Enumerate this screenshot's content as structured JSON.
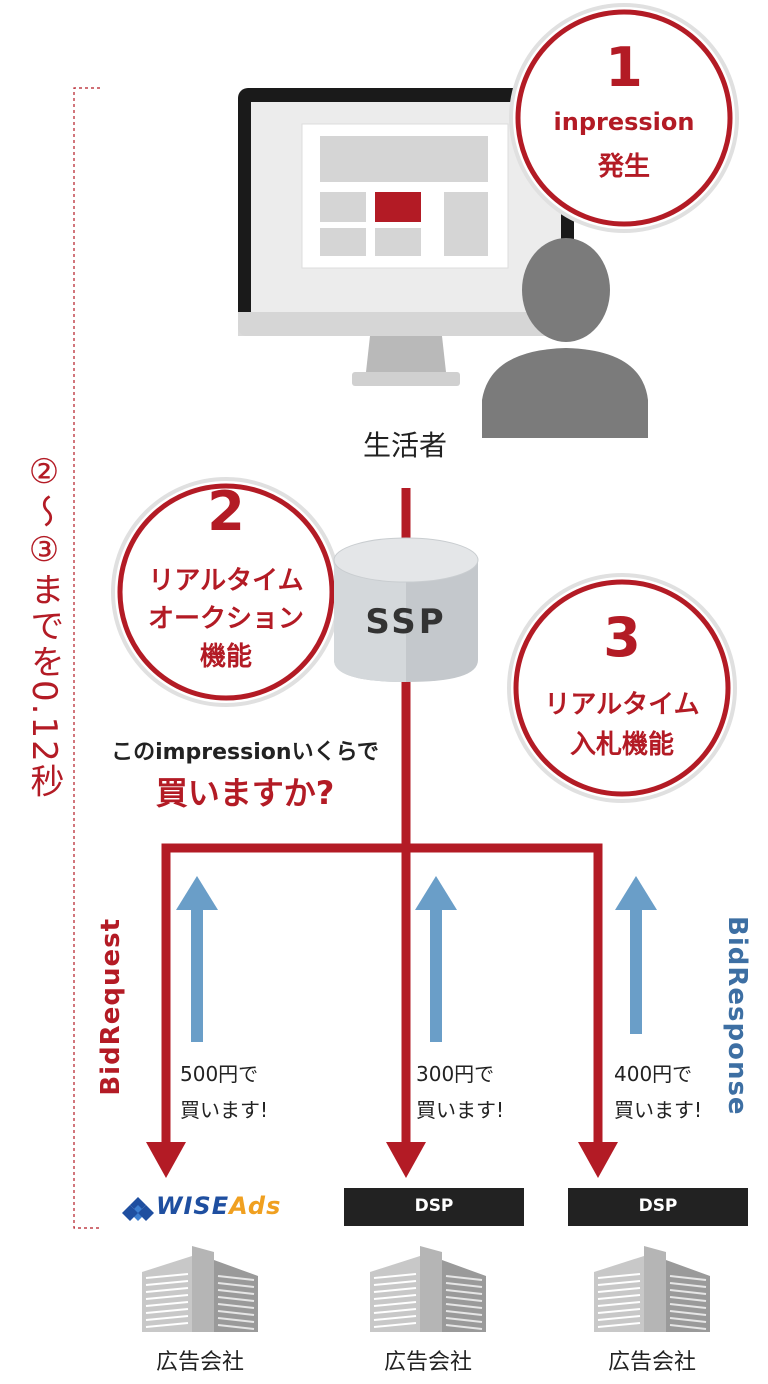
{
  "colors": {
    "red": "#b31b25",
    "blue": "#6a9ec8",
    "blue_text": "#3d6fa3",
    "gray": "#7a7a7a",
    "dark": "#222222"
  },
  "step1": {
    "number": "1",
    "line1": "inpression",
    "line2": "発生"
  },
  "consumer_label": "生活者",
  "step2": {
    "number": "2",
    "line1": "リアルタイム",
    "line2": "オークション",
    "line3": "機能"
  },
  "ssp_label": "SSP",
  "step3": {
    "number": "3",
    "line1": "リアルタイム",
    "line2": "入札機能"
  },
  "question": {
    "line1": "このimpressionいくらで",
    "line2": "買いますか?"
  },
  "timing_note": "②〜③までを0.12秒",
  "bid_request_label": "BidRequest",
  "bid_response_label": "BidResponse",
  "bids": [
    {
      "price": "500円で",
      "action": "買います!"
    },
    {
      "price": "300円で",
      "action": "買います!"
    },
    {
      "price": "400円で",
      "action": "買います!"
    }
  ],
  "buyers": [
    {
      "name": "WISEAds",
      "logo_part1": "WISE",
      "logo_part2": "Ads"
    },
    {
      "name": "DSP"
    },
    {
      "name": "DSP"
    }
  ],
  "companies": [
    "広告会社",
    "広告会社",
    "広告会社"
  ],
  "icons": [
    "monitor-icon",
    "person-icon",
    "database-icon",
    "arrow-down-icon",
    "arrow-up-icon",
    "building-icon",
    "wiseads-logo-icon"
  ]
}
